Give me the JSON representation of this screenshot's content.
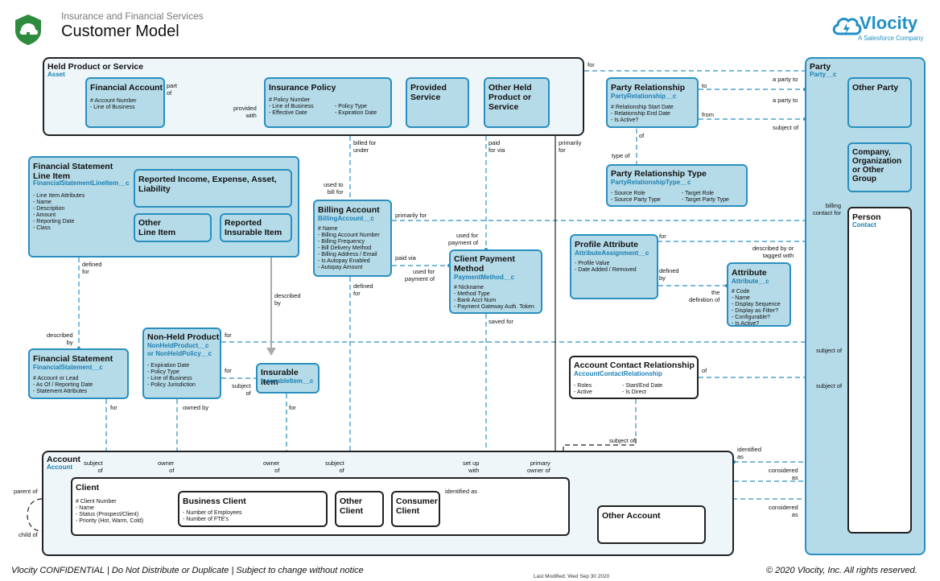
{
  "header": {
    "subtitle": "Insurance and Financial Services",
    "title": "Customer Model",
    "brand_name": "Vlocity",
    "brand_tagline": "A Salesforce Company"
  },
  "footer": {
    "confidential": "Vlocity CONFIDENTIAL | Do Not Distribute or Duplicate | Subject to change without notice",
    "last_modified": "Last Modified: Wed Sep 30 2020",
    "copyright": "© 2020 Vlocity, Inc. All rights reserved."
  },
  "colors": {
    "accent": "#2a8fbf",
    "fill": "#b5dbe9",
    "pale": "#eef6fa"
  },
  "entities": {
    "held_product": {
      "title": "Held Product or Service",
      "api": "Asset"
    },
    "financial_account": {
      "title": "Financial Account",
      "attrs": "# Account Number\n- Line of Business"
    },
    "insurance_policy": {
      "title": "Insurance Policy",
      "attrs_left": "# Policy Number\n- Line of Business\n- Effective Date",
      "attrs_right": "- Policy Type\n- Expiration Date"
    },
    "provided_service": {
      "title": "Provided\nService"
    },
    "other_held_product": {
      "title": "Other Held\nProduct or\nService"
    },
    "party": {
      "title": "Party",
      "api": "Party__c"
    },
    "other_party": {
      "title": "Other Party"
    },
    "company": {
      "title": "Company,\nOrganization\nor Other\nGroup"
    },
    "person": {
      "title": "Person",
      "api": "Contact"
    },
    "party_relationship": {
      "title": "Party Relationship",
      "api": "PartyRelationship__c",
      "attrs": "# Relationship Start Date\n- Relationship End Date\n- Is Active?"
    },
    "party_relationship_type": {
      "title": "Party Relationship Type",
      "api": "PartyRelationshipType__c",
      "attrs_left": "- Source Role\n- Source Party Type",
      "attrs_right": "- Target Role\n- Target Party Type"
    },
    "fs_line_item": {
      "title": "Financial Statement\nLine Item",
      "api": "FinancialStatementLineItem__c",
      "attrs": "- Line Item Attributes\n- Name\n- Description\n- Amount\n- Reporting Date\n- Class"
    },
    "reported_income": {
      "title": "Reported Income, Expense, Asset,\nLiability"
    },
    "other_line_item": {
      "title": "Other\nLine Item"
    },
    "reported_insurable": {
      "title": "Reported\nInsurable Item"
    },
    "billing_account": {
      "title": "Billing Account",
      "api": "BillingAccount__c",
      "attrs": "# Name\n- Billing Account Number\n- Billing Frequency\n- Bill Delivery Method\n- Billing Address / Email\n- Is Autopay Enabled\n- Autopay Amount"
    },
    "client_payment": {
      "title": "Client Payment\nMethod",
      "api": "PaymentMethod__c",
      "attrs": "# Nickname\n- Method Type\n- Bank Acct Num\n- Payment Gateway Auth. Token"
    },
    "profile_attribute": {
      "title": "Profile Attribute",
      "api": "AttributeAssignment__c",
      "attrs": "- Profile Value\n- Date Added / Removed"
    },
    "attribute": {
      "title": "Attribute",
      "api": "Attribute__c",
      "attrs": "# Code\n- Name\n- Display Sequence\n- Display as Filter?\n- Configurable?\n- Is Active?"
    },
    "financial_statement": {
      "title": "Financial Statement",
      "api": "FinancialStatement__c",
      "attrs": "# Account or Lead\n- As Of / Reporting Date\n- Statement Attributes"
    },
    "non_held_product": {
      "title": "Non-Held Product",
      "api": "NonHeldProduct__c\nor NonHeldPolicy__c",
      "attrs": "- Expiration Date\n- Policy Type\n- Line of Business\n- Policy Jurisdiction"
    },
    "insurable_item": {
      "title": "Insurable Item",
      "api": "InsurableItem__c"
    },
    "account_contact_rel": {
      "title": "Account Contact Relationship",
      "api": "AccountContactRelationship",
      "attrs_left": "- Roles\n- Active",
      "attrs_right": "- Start/End Date\n- Is Direct"
    },
    "account": {
      "title": "Account",
      "api": "Account"
    },
    "client": {
      "title": "Client",
      "attrs": "# Client Number\n- Name\n- Status (Prospect/Client)\n- Priority (Hot, Warm, Cold)"
    },
    "business_client": {
      "title": "Business Client",
      "attrs": "- Number of Employees\n- Number of FTE's"
    },
    "other_client": {
      "title": "Other\nClient"
    },
    "consumer_client": {
      "title": "Consumer\nClient"
    },
    "other_account": {
      "title": "Other Account"
    }
  },
  "labels": {
    "part_of": "part\nof",
    "provided_with": "provided\nwith",
    "for_top": "for",
    "a_party_to_1": "a party to",
    "a_party_to_2": "a party to",
    "to": "to",
    "from": "from",
    "subject_of_1": "subject of",
    "of_prt": "of",
    "type_of": "type of",
    "billed_for_under": "billed for\nunder",
    "paid_for_via": "paid\nfor via",
    "primarily_for": "primarily\nfor",
    "used_to_bill_for": "used to\nbill for",
    "primarily_for_2": "primarily for",
    "billing_contact_for": "billing\ncontact for",
    "used_for_payment_of_1": "used for\npayment of",
    "paid_via": "paid via",
    "used_for_payment_of_2": "used for\npayment of",
    "for_profile": "for",
    "described_by_tagged": "described by or\ntagged with",
    "defined_by": "defined\nby",
    "the_definition_of": "the\ndefinition of",
    "defined_for_1": "defined\nfor",
    "described_by_1": "described\nby",
    "defined_for_2": "defined\nfor",
    "described_by_2": "described\nby",
    "for_nonheld": "for",
    "subject_of_2": "subject of",
    "for_insurable": "for",
    "subject_of_3": "subject\nof",
    "saved_for": "saved for",
    "of_acr": "of",
    "subject_of_4": "subject of",
    "for_fs": "for",
    "owned_by": "owned by",
    "for_ii": "for",
    "subject_of_5": "subject of",
    "subject_of_acc": "subject\nof",
    "owner_of_1": "owner\nof",
    "owner_of_2": "owner\nof",
    "subject_of_acc2": "subject\nof",
    "set_up_with": "set up\nwith",
    "primary_owner_of": "primary\nowner of",
    "identified_as_1": "identified\nas",
    "considered_as_1": "considered\nas",
    "identified_as_2": "identified as",
    "considered_as_2": "considered\nas",
    "parent_of": "parent of",
    "child_of": "child of"
  }
}
